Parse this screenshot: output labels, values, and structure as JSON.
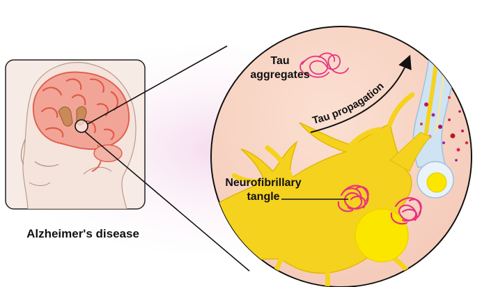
{
  "caption": "Alzheimer's disease",
  "labels": {
    "tau_aggregates_line1": "Tau",
    "tau_aggregates_line2": "aggregates",
    "tau_propagation": "Tau propagation",
    "neurofibrillary_line1": "Neurofibrillary",
    "neurofibrillary_line2": "tangle"
  },
  "colors": {
    "zoom_circle_fill": "#f9d8c9",
    "brain_red": "#e8665a",
    "neuron_yellow": "#f5d21e",
    "nucleus_yellow": "#fbe600",
    "tangle_pink": "#e8327f",
    "axon_blue": "#cfe3f2"
  }
}
